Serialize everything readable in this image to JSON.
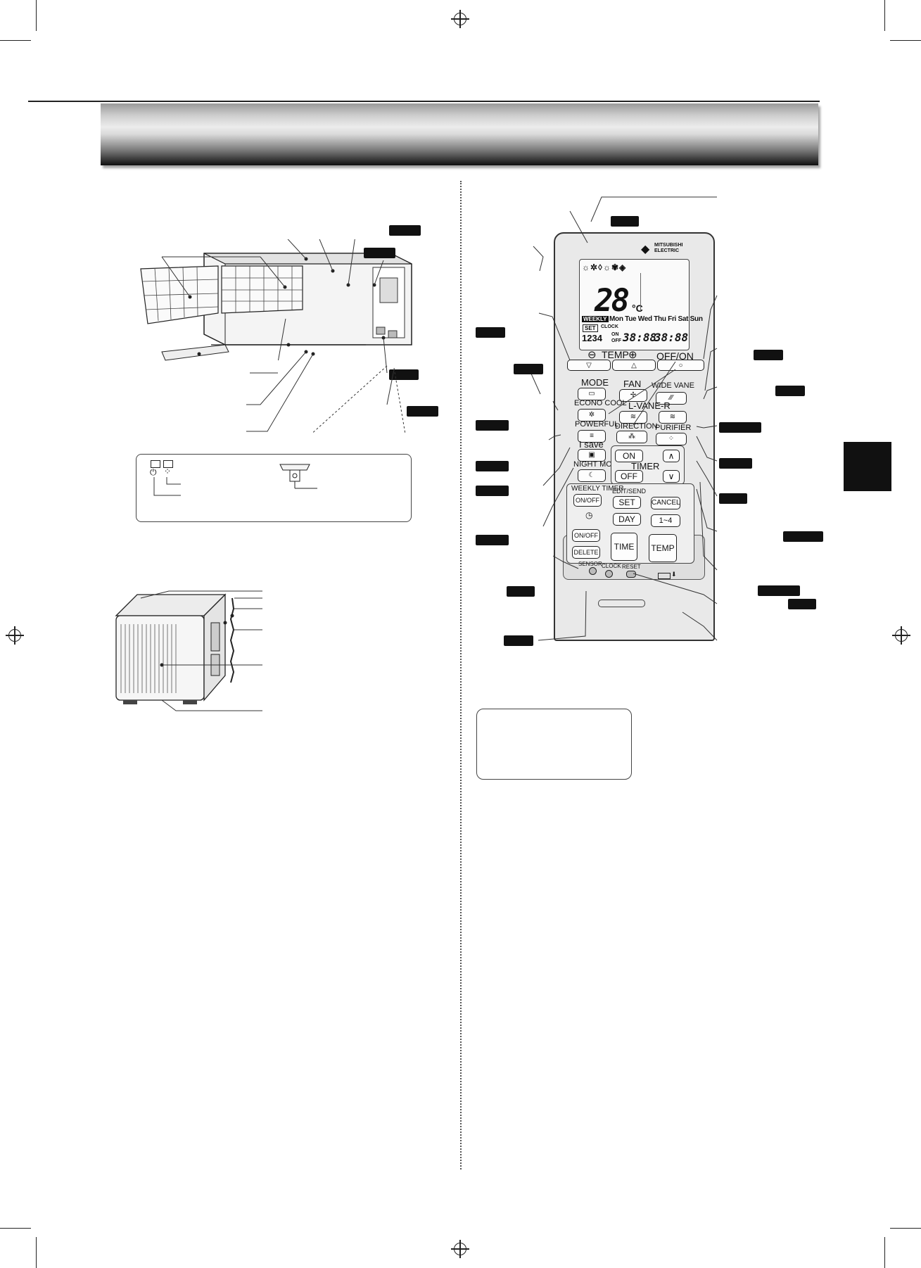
{
  "remote": {
    "brand": "MITSUBISHI ELECTRIC",
    "lcd_temp": "28",
    "lcd_unit": "°C",
    "lcd_weekly": "WEEKLY",
    "lcd_days": "Mon Tue Wed Thu Fri Sat Sun",
    "lcd_set": "SET",
    "lcd_clock": "CLOCK",
    "lcd_on": "ON",
    "lcd_off": "OFF",
    "lcd_num": "1234",
    "lcd_time1": "38:88",
    "lcd_time2": "38:88",
    "temp_label": "TEMP",
    "offon_label": "OFF/ON",
    "mode": "MODE",
    "fan": "FAN",
    "wide_vane": "WIDE VANE",
    "l_vane_r": "L-VANE-R",
    "econo_cool": "ECONO COOL",
    "powerful": "POWERFUL",
    "direction": "DIRECTION",
    "purifier": "PURIFIER",
    "i_save": "I save",
    "night_mode": "NIGHT MODE",
    "timer_on": "ON",
    "timer": "TIMER",
    "timer_off": "OFF",
    "weekly_timer": "WEEKLY TIMER",
    "weekly_onoff": "ON/OFF",
    "edit_send": "EDIT/SEND",
    "set": "SET",
    "cancel": "CANCEL",
    "day": "DAY",
    "range": "1~4",
    "clock_onoff": "ON/OFF",
    "delete": "DELETE",
    "time": "TIME",
    "temp2": "TEMP",
    "sensor": "SENSOR",
    "clock": "CLOCK",
    "reset": "RESET"
  },
  "colors": {
    "tag": "#111111",
    "header_dark": "#101010"
  },
  "icons": [
    "power-icon",
    "purifier-icon",
    "registration-mark-icon",
    "mitsubishi-logo-icon"
  ]
}
